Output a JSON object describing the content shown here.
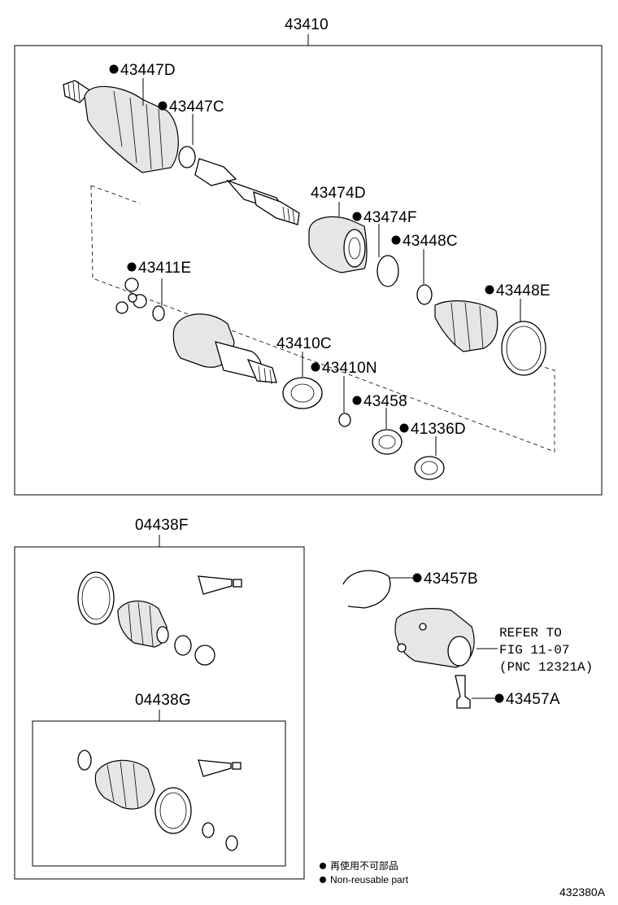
{
  "diagram": {
    "main_assembly": {
      "label": "43410",
      "parts": [
        {
          "label": "43447D",
          "non_reusable": true
        },
        {
          "label": "43447C",
          "non_reusable": true
        },
        {
          "label": "43474D",
          "non_reusable": false
        },
        {
          "label": "43474F",
          "non_reusable": true
        },
        {
          "label": "43448C",
          "non_reusable": true
        },
        {
          "label": "43448E",
          "non_reusable": true
        },
        {
          "label": "43411E",
          "non_reusable": true
        },
        {
          "label": "43410C",
          "non_reusable": false
        },
        {
          "label": "43410N",
          "non_reusable": true
        },
        {
          "label": "43458",
          "non_reusable": true
        },
        {
          "label": "41336D",
          "non_reusable": true
        }
      ]
    },
    "kit_outer": {
      "label": "04438F"
    },
    "kit_inner": {
      "label": "04438G"
    },
    "side_parts": [
      {
        "label": "43457B",
        "non_reusable": true
      },
      {
        "label": "43457A",
        "non_reusable": true
      }
    ],
    "refer": {
      "line1": "REFER TO",
      "line2": "FIG 11-07",
      "line3": "(PNC 12321A)"
    },
    "legend": {
      "line1": "再使用不可部品",
      "line2": "Non-reusable part"
    },
    "figure_id": "432380A"
  }
}
